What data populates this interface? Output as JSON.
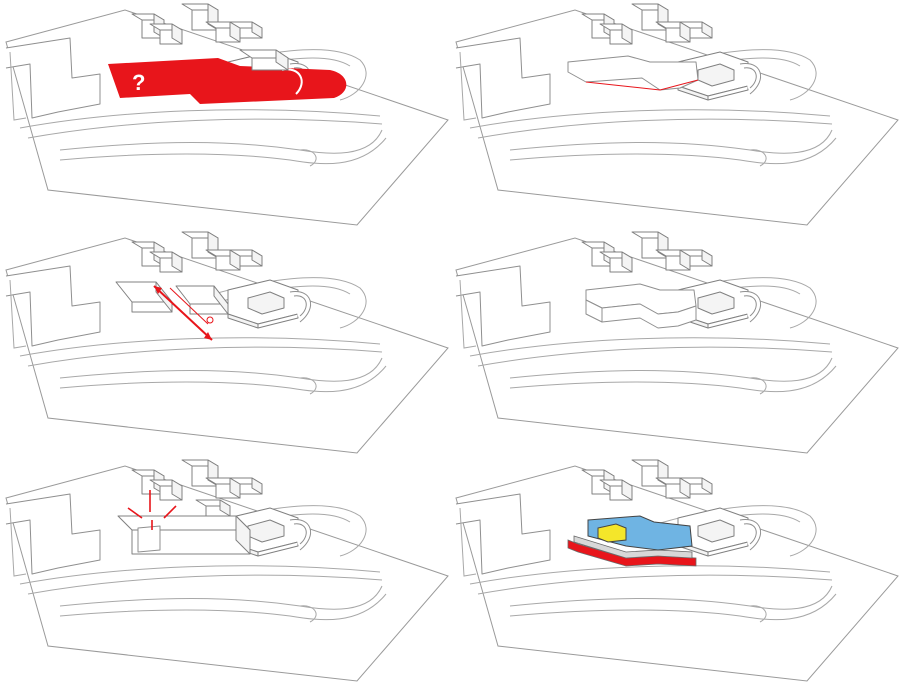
{
  "colors": {
    "line": "#8f8f8f",
    "accent_red": "#e8151b",
    "blue": "#6fb4e3",
    "yellow": "#f4e62a",
    "background": "#ffffff"
  },
  "panels": [
    {
      "id": "p1",
      "step": "site-unknown",
      "mark": "?"
    },
    {
      "id": "p2",
      "step": "footprint-outline"
    },
    {
      "id": "p3",
      "step": "cut-line"
    },
    {
      "id": "p4",
      "step": "extruded-outline"
    },
    {
      "id": "p5",
      "step": "vertical-connection"
    },
    {
      "id": "p6",
      "step": "program-layers"
    }
  ]
}
